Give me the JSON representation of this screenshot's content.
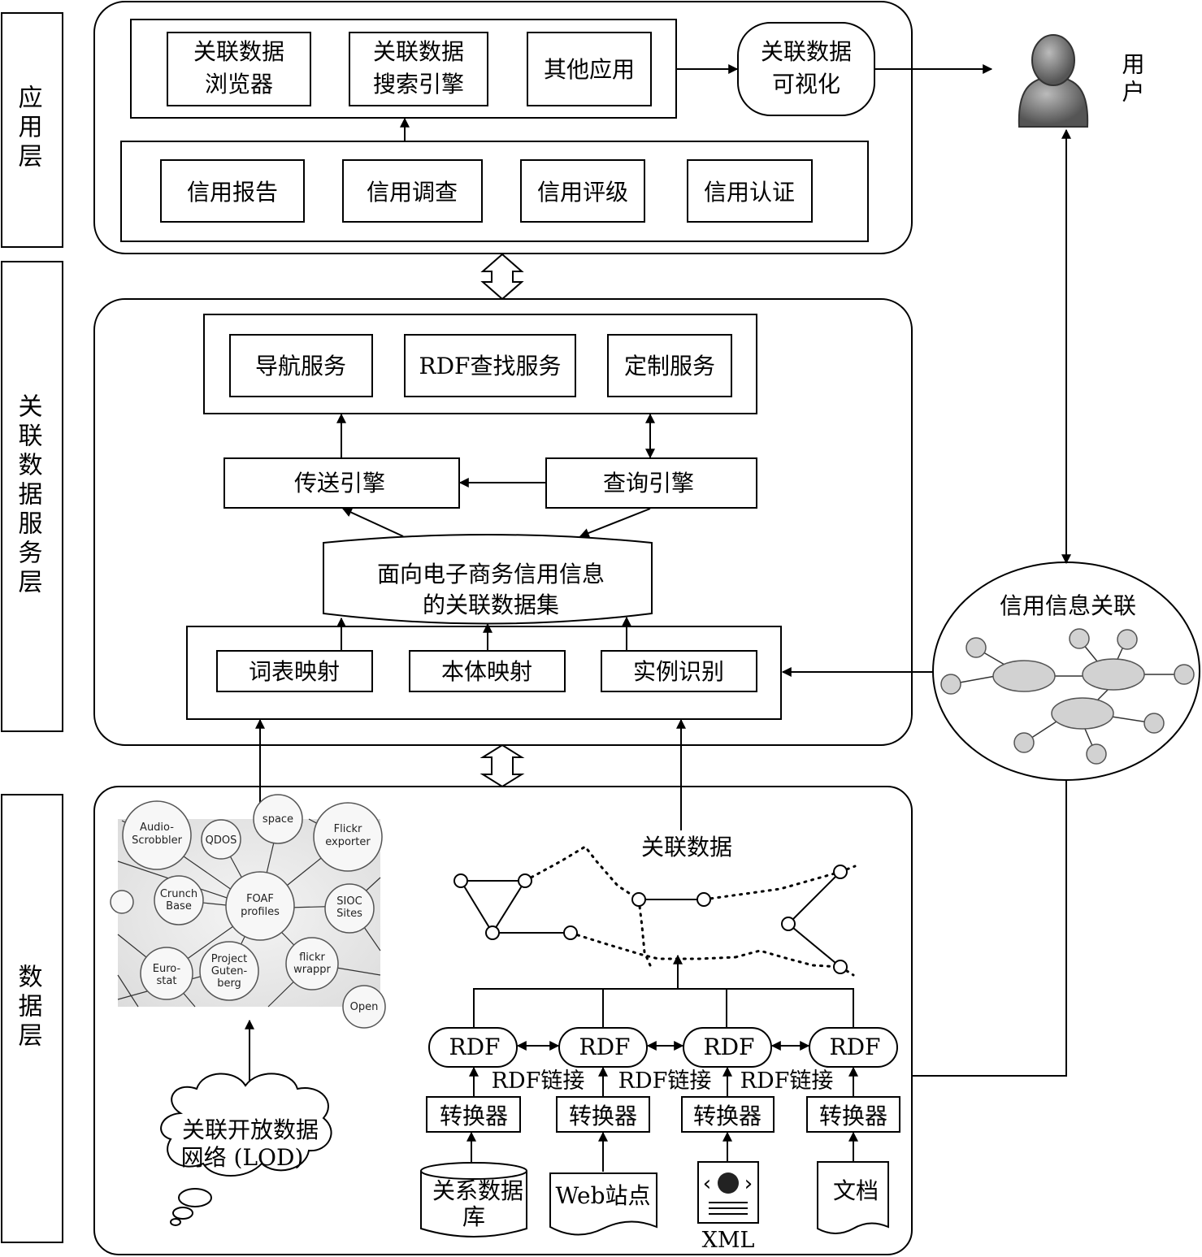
{
  "layers": {
    "application": "应用层",
    "service": "关联数据服务层",
    "data": "数据层"
  },
  "application_layer": {
    "apps": [
      "关联数据浏览器",
      "关联数据搜索引擎",
      "其他应用"
    ],
    "visualization": "关联数据可视化",
    "credit_services": [
      "信用报告",
      "信用调查",
      "信用评级",
      "信用认证"
    ]
  },
  "user": {
    "label": "用户"
  },
  "service_layer": {
    "services": [
      "导航服务",
      "RDF查找服务",
      "定制服务"
    ],
    "transfer_engine": "传送引擎",
    "query_engine": "查询引擎",
    "dataset": "面向电子商务信用信息的关联数据集",
    "mappings": [
      "词表映射",
      "本体映射",
      "实例识别"
    ]
  },
  "credit_association": {
    "label": "信用信息关联"
  },
  "data_layer": {
    "linked_data_label": "关联数据",
    "lod_cloud": "关联开放数据网络 (LOD)",
    "lod_nodes": [
      "Audio-Scrobbler",
      "QDOS",
      "space",
      "Flickr exporter",
      "Crunch Base",
      "FOAF profiles",
      "SIOC Sites",
      "Euro-stat",
      "Project Guten-berg",
      "flickr wrappr",
      "Open"
    ],
    "rdf_nodes": [
      "RDF",
      "RDF",
      "RDF",
      "RDF"
    ],
    "rdf_links": [
      "RDF链接",
      "RDF链接",
      "RDF链接"
    ],
    "converters": [
      "转换器",
      "转换器",
      "转换器",
      "转换器"
    ],
    "sources": [
      "关系数据库",
      "Web站点",
      "XML",
      "文档"
    ]
  }
}
